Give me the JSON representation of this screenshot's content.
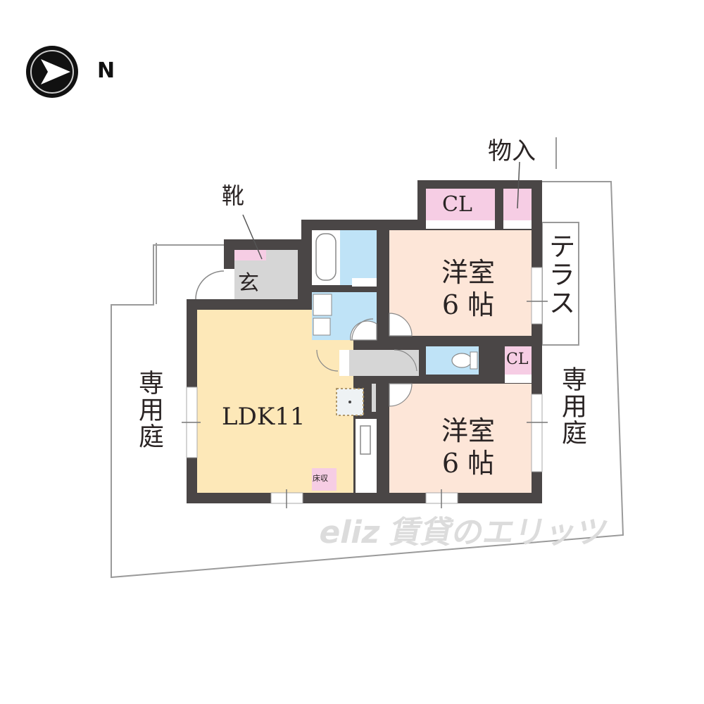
{
  "compass": {
    "icon": "north-arrow-icon",
    "direction_label": "N"
  },
  "rooms": {
    "ldk": {
      "label": "LDK11"
    },
    "bedroom_1": {
      "line1": "洋室",
      "line2": "6 帖"
    },
    "bedroom_2": {
      "line1": "洋室",
      "line2": "6 帖"
    },
    "entrance": {
      "label": "玄"
    },
    "shoe_closet": {
      "label": "靴"
    },
    "closet_1": {
      "label": "CL"
    },
    "closet_2": {
      "label": "CL"
    },
    "storage": {
      "label": "物入"
    },
    "terrace": {
      "label": "テラス"
    },
    "private_garden_left": {
      "label": "専用庭"
    },
    "private_garden_right": {
      "label": "専用庭"
    },
    "floor_storage": {
      "label": "床収"
    }
  },
  "colors": {
    "wall": "#4a4646",
    "ldk_floor": "#fde8b8",
    "bedroom_floor": "#fde6d8",
    "wet_area": "#bfe3f7",
    "closet": "#f6cde4",
    "hallway": "#d6d6d6",
    "outline": "#9a9a9a"
  },
  "watermark": {
    "text": "eliz 賃貸のエリッツ"
  }
}
